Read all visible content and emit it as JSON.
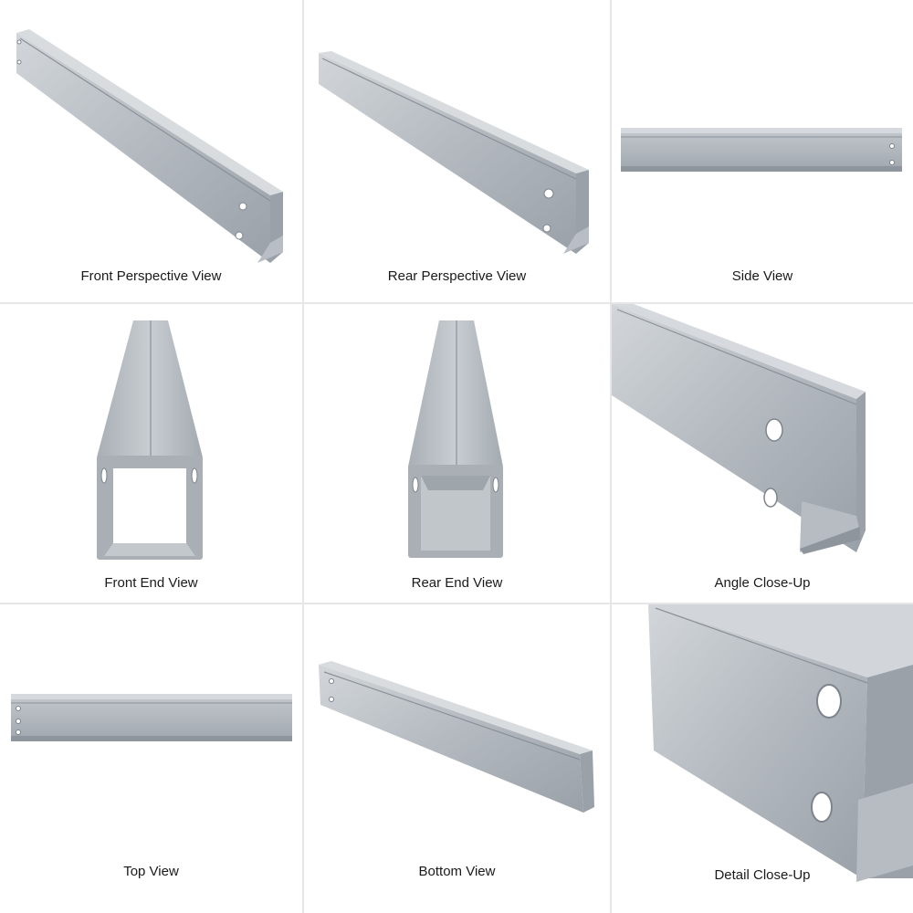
{
  "views": [
    {
      "id": "front-perspective",
      "label": "Front Perspective View"
    },
    {
      "id": "rear-perspective",
      "label": "Rear Perspective View"
    },
    {
      "id": "side",
      "label": "Side View"
    },
    {
      "id": "front-end",
      "label": "Front End View"
    },
    {
      "id": "rear-end",
      "label": "Rear End View"
    },
    {
      "id": "angle-close-up",
      "label": "Angle Close-Up"
    },
    {
      "id": "top",
      "label": "Top View"
    },
    {
      "id": "bottom",
      "label": "Bottom View"
    },
    {
      "id": "detail-close-up",
      "label": "Detail Close-Up"
    }
  ],
  "colors": {
    "background": "#ffffff",
    "divider": "#e6e6e6",
    "steel_light": "#c9ced3",
    "steel_mid": "#aeb4ba",
    "steel_dark": "#8e959c",
    "caption_text": "#1a1a1a"
  }
}
